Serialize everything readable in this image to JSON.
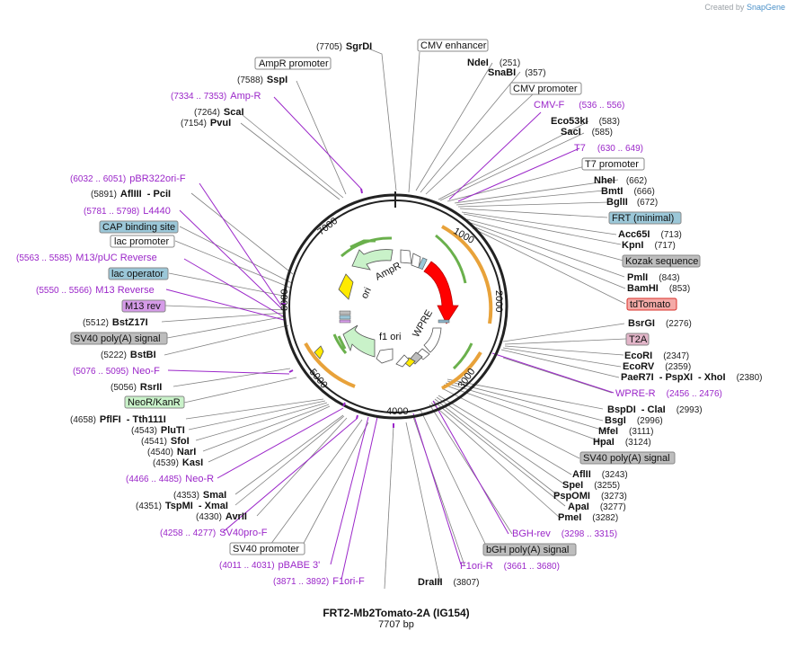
{
  "credit": {
    "prefix": "Created by",
    "brand": "SnapGene"
  },
  "title": "FRT2-Mb2Tomato-2A (IG154)",
  "subtitle": "7707 bp",
  "ticks": [
    "1000",
    "2000",
    "3000",
    "4000",
    "5000",
    "6000",
    "7000"
  ],
  "inner": {
    "ampr": "AmpR",
    "ori": "ori",
    "f1ori": "f1 ori",
    "wpre": "WPRE"
  },
  "labels": {
    "sgrdi": {
      "num": "(7705)",
      "name": "SgrDI"
    },
    "cmv_enh": "CMV enhancer",
    "ampr_prom": "AmpR promoter",
    "ndei": {
      "name": "NdeI",
      "num": "(251)"
    },
    "snabi": {
      "name": "SnaBI",
      "num": "(357)"
    },
    "sspi": {
      "num": "(7588)",
      "name": "SspI"
    },
    "cmv_prom": "CMV promoter",
    "ampr_primer": {
      "num": "(7334 .. 7353)",
      "name": "Amp-R"
    },
    "cmvf": {
      "name": "CMV-F",
      "num": "(536 .. 556)"
    },
    "scai": {
      "num": "(7264)",
      "name": "ScaI"
    },
    "pvui": {
      "num": "(7154)",
      "name": "PvuI"
    },
    "eco53ki": {
      "name": "Eco53kI",
      "num": "(583)"
    },
    "saci": {
      "name": "SacI",
      "num": "(585)"
    },
    "t7": {
      "name": "T7",
      "num": "(630 .. 649)"
    },
    "t7prom": "T7 promoter",
    "pbr": {
      "num": "(6032 .. 6051)",
      "name": "pBR322ori-F"
    },
    "nhei": {
      "name": "NheI",
      "num": "(662)"
    },
    "afliii": {
      "num": "(5891)",
      "name": "AflIII",
      "name2": "PciI"
    },
    "bmti": {
      "name": "BmtI",
      "num": "(666)"
    },
    "bglii": {
      "name": "BglII",
      "num": "(672)"
    },
    "l4440": {
      "num": "(5781 .. 5798)",
      "name": "L4440"
    },
    "frt": "FRT (minimal)",
    "cap": "CAP binding site",
    "acc65i": {
      "name": "Acc65I",
      "num": "(713)"
    },
    "lacprom": "lac promoter",
    "kpni": {
      "name": "KpnI",
      "num": "(717)"
    },
    "m13puc": {
      "num": "(5563 .. 5585)",
      "name": "M13/pUC Reverse"
    },
    "kozak": "Kozak sequence",
    "lacop": "lac operator",
    "pmli": {
      "name": "PmlI",
      "num": "(843)"
    },
    "m13r": {
      "num": "(5550 .. 5566)",
      "name": "M13 Reverse"
    },
    "bamhi": {
      "name": "BamHI",
      "num": "(853)"
    },
    "tdtomato": "tdTomato",
    "m13rev": "M13 rev",
    "bstz17i": {
      "num": "(5512)",
      "name": "BstZ17I"
    },
    "bsrgi": {
      "name": "BsrGI",
      "num": "(2276)"
    },
    "sv40pa": "SV40 poly(A) signal",
    "t2a": "T2A",
    "bstbi": {
      "num": "(5222)",
      "name": "BstBI"
    },
    "ecori": {
      "name": "EcoRI",
      "num": "(2347)"
    },
    "ecorv": {
      "name": "EcoRV",
      "num": "(2359)"
    },
    "neof": {
      "num": "(5076 .. 5095)",
      "name": "Neo-F"
    },
    "paer7i": {
      "name": "PaeR7I",
      "name2": "PspXI",
      "name3": "XhoI",
      "num": "(2380)"
    },
    "rsrii": {
      "num": "(5056)",
      "name": "RsrII"
    },
    "wprer": {
      "name": "WPRE-R",
      "num": "(2456 .. 2476)"
    },
    "neokan": "NeoR/KanR",
    "bspdi": {
      "name": "BspDI",
      "name2": "ClaI",
      "num": "(2993)"
    },
    "pflfi": {
      "num": "(4658)",
      "name": "PflFI",
      "name2": "Tth111I"
    },
    "bsgi": {
      "name": "BsgI",
      "num": "(2996)"
    },
    "plu": {
      "num": "(4543)",
      "name": "PluTI"
    },
    "mfei": {
      "name": "MfeI",
      "num": "(3111)"
    },
    "sfoi": {
      "num": "(4541)",
      "name": "SfoI"
    },
    "hpai": {
      "name": "HpaI",
      "num": "(3124)"
    },
    "nari": {
      "num": "(4540)",
      "name": "NarI"
    },
    "sv40pa2": "SV40 poly(A) signal",
    "kasi": {
      "num": "(4539)",
      "name": "KasI"
    },
    "aflii": {
      "name": "AflII",
      "num": "(3243)"
    },
    "neor": {
      "num": "(4466 .. 4485)",
      "name": "Neo-R"
    },
    "spei": {
      "name": "SpeI",
      "num": "(3255)"
    },
    "pspomi": {
      "name": "PspOMI",
      "num": "(3273)"
    },
    "smai": {
      "num": "(4353)",
      "name": "SmaI"
    },
    "apai": {
      "name": "ApaI",
      "num": "(3277)"
    },
    "tspmi": {
      "num": "(4351)",
      "name": "TspMI",
      "name2": "XmaI"
    },
    "pmei": {
      "name": "PmeI",
      "num": "(3282)"
    },
    "avrii": {
      "num": "(4330)",
      "name": "AvrII"
    },
    "bghrev": {
      "name": "BGH-rev",
      "num": "(3298 .. 3315)"
    },
    "sv40prof": {
      "num": "(4258 .. 4277)",
      "name": "SV40pro-F"
    },
    "bghpa": "bGH poly(A) signal",
    "sv40prom": "SV40 promoter",
    "pbabe": {
      "num": "(4011 .. 4031)",
      "name": "pBABE 3'"
    },
    "f1orir": {
      "name": "F1ori-R",
      "num": "(3661 .. 3680)"
    },
    "f1orif": {
      "num": "(3871 .. 3892)",
      "name": "F1ori-F"
    },
    "draiii": {
      "name": "DraIII",
      "num": "(3807)"
    }
  },
  "colors": {
    "purple": "#9b27c9",
    "tdtomato_fill": "#f4aaa7",
    "tdtomato_stroke": "#d9302a",
    "frt_fill": "#9bc7d8",
    "cap_fill": "#9bc7d8",
    "lacop_fill": "#9bc7d8",
    "kozak_fill": "#bdbdbd",
    "sv40pa_fill": "#bdbdbd",
    "bghpa_fill": "#bdbdbd",
    "t2a_fill": "#e2b5c8",
    "m13rev_fill": "#d59be8",
    "neokan_fill": "#c9f2c9"
  }
}
